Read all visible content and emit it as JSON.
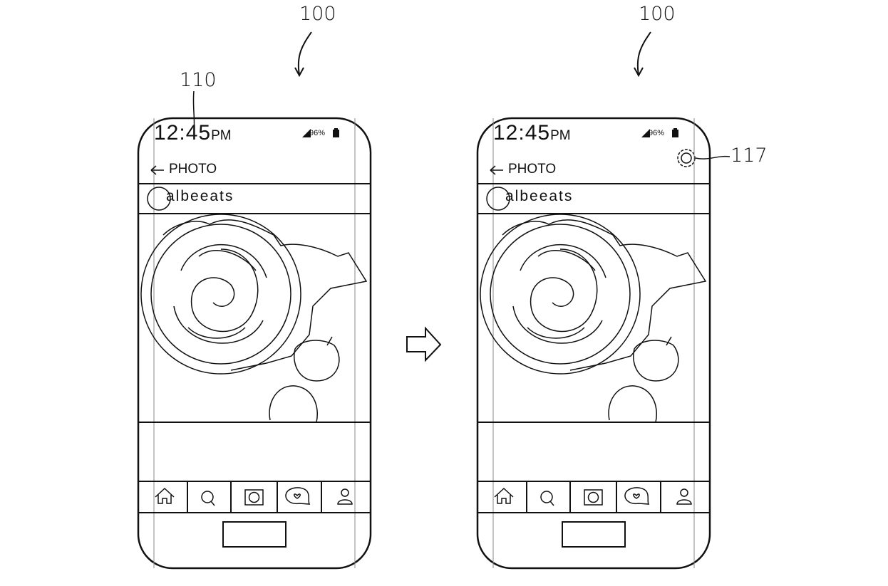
{
  "figure": {
    "arrow_icon": "right-outline-arrow-icon",
    "left": {
      "ref_device": "100",
      "ref_time": "110"
    },
    "right": {
      "ref_device": "100",
      "ref_indicator": "117"
    }
  },
  "phone": {
    "status": {
      "time": "12:45",
      "ampm": "PM",
      "battery": "96%"
    },
    "header": {
      "title": "PHOTO",
      "back_icon": "back-arrow-icon"
    },
    "post": {
      "username": "albeeats"
    },
    "nav": [
      "home-icon",
      "search-icon",
      "camera-icon",
      "heart-chat-icon",
      "profile-icon"
    ]
  }
}
